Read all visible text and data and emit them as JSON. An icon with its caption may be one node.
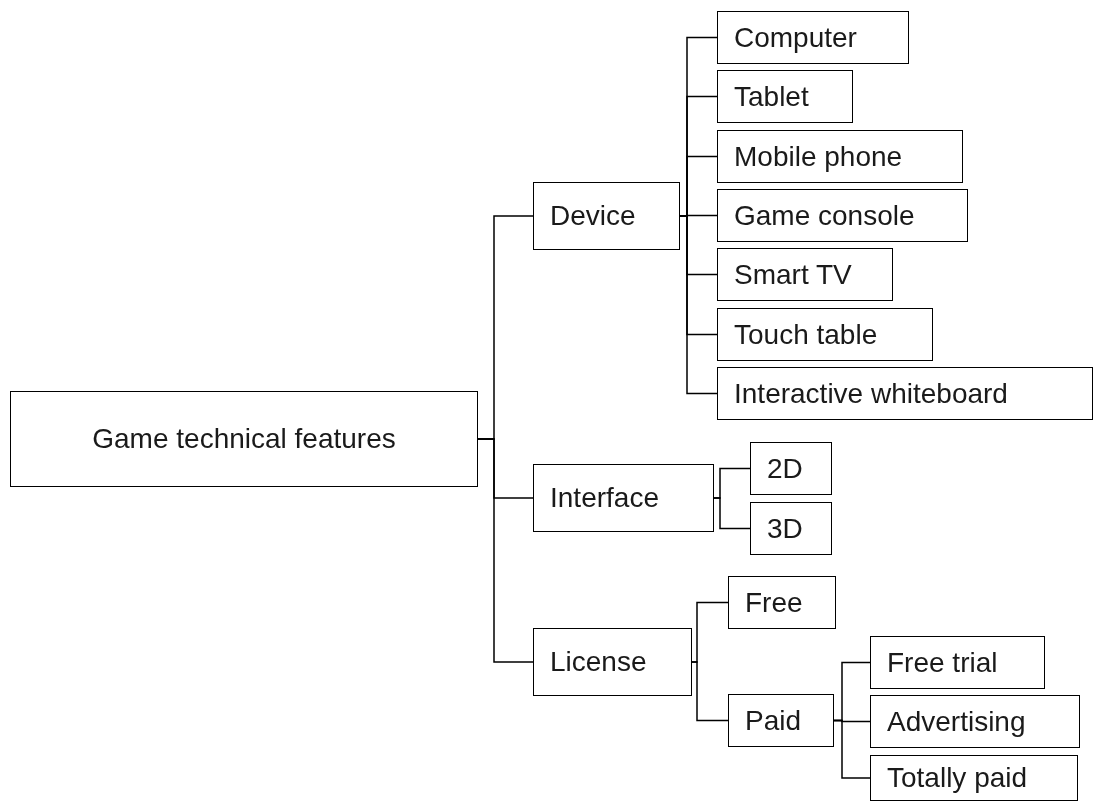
{
  "diagram": {
    "nodes": [
      {
        "text": [
          "Game technical features"
        ]
      },
      {
        "text": [
          "Device"
        ]
      },
      {
        "text": [
          "Interface"
        ]
      },
      {
        "text": [
          "License"
        ]
      },
      {
        "text": [
          "Computer"
        ]
      },
      {
        "text": [
          "Tablet"
        ]
      },
      {
        "text": [
          "Mobile phone"
        ]
      },
      {
        "text": [
          "Game console"
        ]
      },
      {
        "text": [
          "Smart TV"
        ]
      },
      {
        "text": [
          "Touch table"
        ]
      },
      {
        "text": [
          "Interactive whiteboard"
        ]
      },
      {
        "text": [
          "2D"
        ]
      },
      {
        "text": [
          "3D"
        ]
      },
      {
        "text": [
          "Free"
        ]
      },
      {
        "text": [
          "Paid"
        ]
      },
      {
        "text": [
          "Free trial"
        ]
      },
      {
        "text": [
          "Advertising"
        ]
      },
      {
        "text": [
          "Totally paid"
        ]
      }
    ],
    "edges": [
      {
        "from": 0,
        "to": 1,
        "arrow": "none"
      },
      {
        "from": 0,
        "to": 2,
        "arrow": "none"
      },
      {
        "from": 0,
        "to": 3,
        "arrow": "none"
      },
      {
        "from": 1,
        "to": 4,
        "arrow": "none"
      },
      {
        "from": 1,
        "to": 5,
        "arrow": "none"
      },
      {
        "from": 1,
        "to": 6,
        "arrow": "none"
      },
      {
        "from": 1,
        "to": 7,
        "arrow": "none"
      },
      {
        "from": 1,
        "to": 8,
        "arrow": "none"
      },
      {
        "from": 1,
        "to": 9,
        "arrow": "none"
      },
      {
        "from": 1,
        "to": 10,
        "arrow": "none"
      },
      {
        "from": 2,
        "to": 11,
        "arrow": "none"
      },
      {
        "from": 2,
        "to": 12,
        "arrow": "none"
      },
      {
        "from": 3,
        "to": 13,
        "arrow": "none"
      },
      {
        "from": 3,
        "to": 14,
        "arrow": "none"
      },
      {
        "from": 14,
        "to": 15,
        "arrow": "none"
      },
      {
        "from": 14,
        "to": 16,
        "arrow": "none"
      },
      {
        "from": 14,
        "to": 17,
        "arrow": "none"
      }
    ]
  }
}
